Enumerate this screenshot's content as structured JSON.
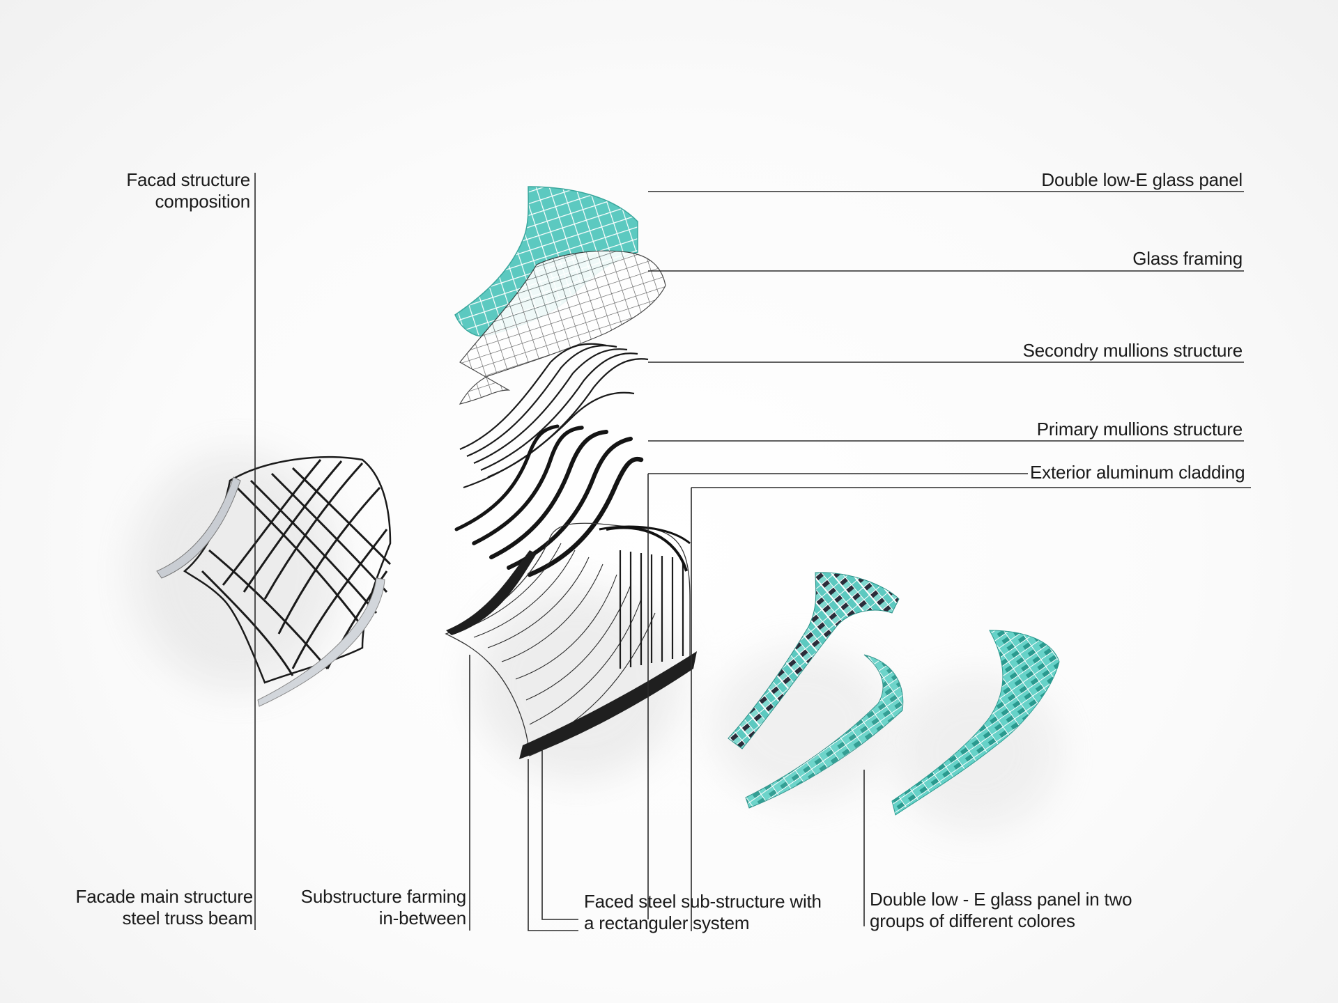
{
  "colors": {
    "glass": "#5cc9c0",
    "glass_dark": "#2a8f86",
    "steel": "#1a1a1a",
    "leader": "#2a2a2a",
    "dark_panel": "#2b2d3a"
  },
  "labels": {
    "facade_composition": [
      "Facad structure",
      "composition"
    ],
    "double_low_e_glass": "Double low-E glass panel",
    "glass_framing": "Glass framing",
    "secondary_mullions": "Secondry mullions structure",
    "primary_mullions": "Primary mullions structure",
    "aluminum_cladding": "Exterior aluminum cladding",
    "main_structure": [
      "Facade main structure",
      "steel truss beam"
    ],
    "substructure_framing": [
      "Substructure farming",
      "in-between"
    ],
    "steel_substructure": [
      "Faced steel sub-structure with",
      "a rectanguler system"
    ],
    "glass_two_groups": [
      "Double low - E glass panel in two",
      "groups of different colores"
    ]
  }
}
